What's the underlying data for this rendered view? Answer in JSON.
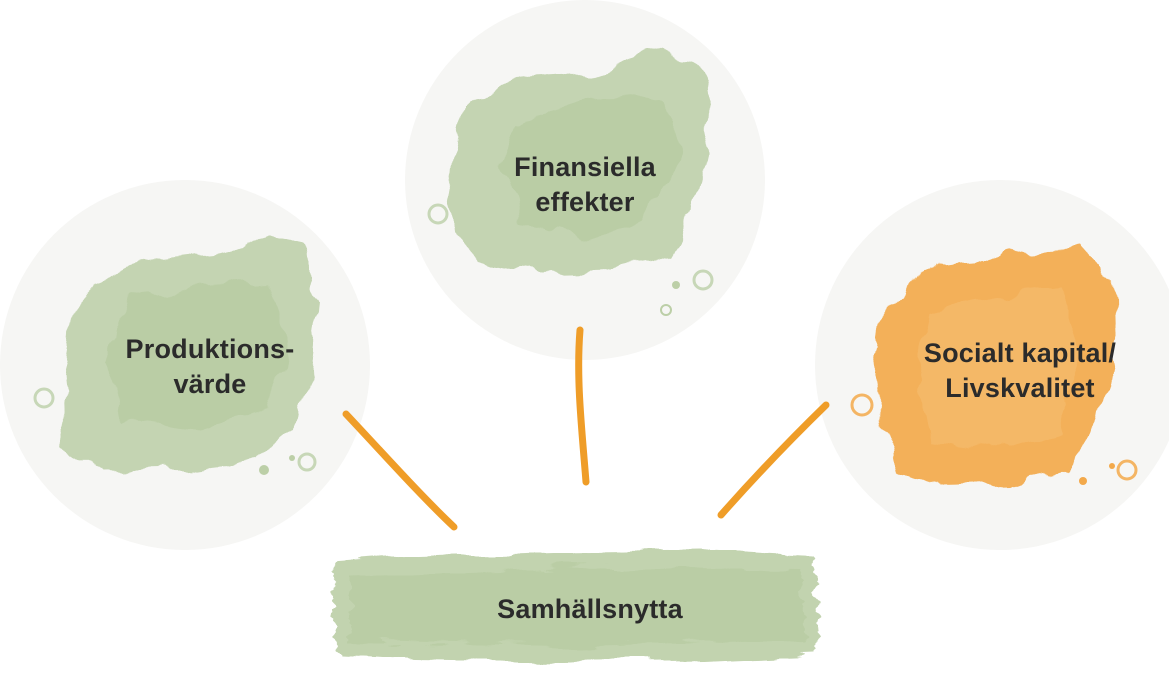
{
  "diagram": {
    "nodes": [
      {
        "id": "finansiella",
        "lines": [
          "Finansiella",
          "effekter"
        ],
        "color": "#bccfa7"
      },
      {
        "id": "produktion",
        "lines": [
          "Produktions-",
          "värde"
        ],
        "color": "#bccfa7"
      },
      {
        "id": "socialt",
        "lines": [
          "Socialt kapital/",
          "Livskvalitet"
        ],
        "color": "#f3a94a"
      },
      {
        "id": "samhalls",
        "lines": [
          "Samhällsnytta"
        ],
        "color": "#bccfa7"
      }
    ],
    "connector_color": "#ef9d28",
    "text_color": "#2b2b2b",
    "circle_color": "#f6f6f4"
  }
}
